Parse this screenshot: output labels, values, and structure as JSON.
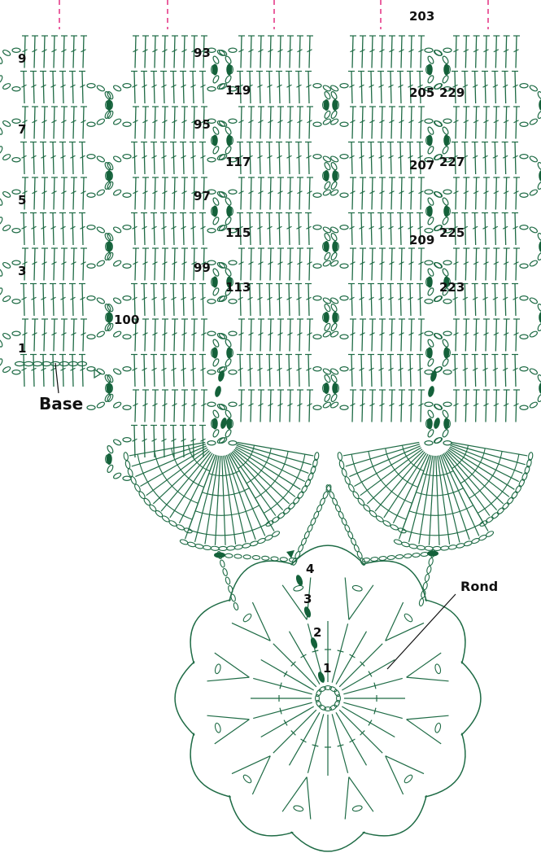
{
  "labels": {
    "base": "Base",
    "rond": "Rond"
  },
  "colors": {
    "stitch": "#1e6b45",
    "filled": "#14613a",
    "guide": "#e01e78",
    "text": "#111111"
  },
  "strip_left_numbers": [
    "9",
    "7",
    "5",
    "3",
    "1"
  ],
  "strip_2_numbers": [
    "93",
    "95",
    "97",
    "99",
    "100"
  ],
  "strip_3_numbers": [
    "119",
    "117",
    "115",
    "113"
  ],
  "strip_4_numbers": [
    "203",
    "205",
    "207",
    "209"
  ],
  "strip_5_numbers": [
    "229",
    "227",
    "225",
    "223"
  ],
  "rond_rows": [
    "4",
    "3",
    "2",
    "1"
  ]
}
